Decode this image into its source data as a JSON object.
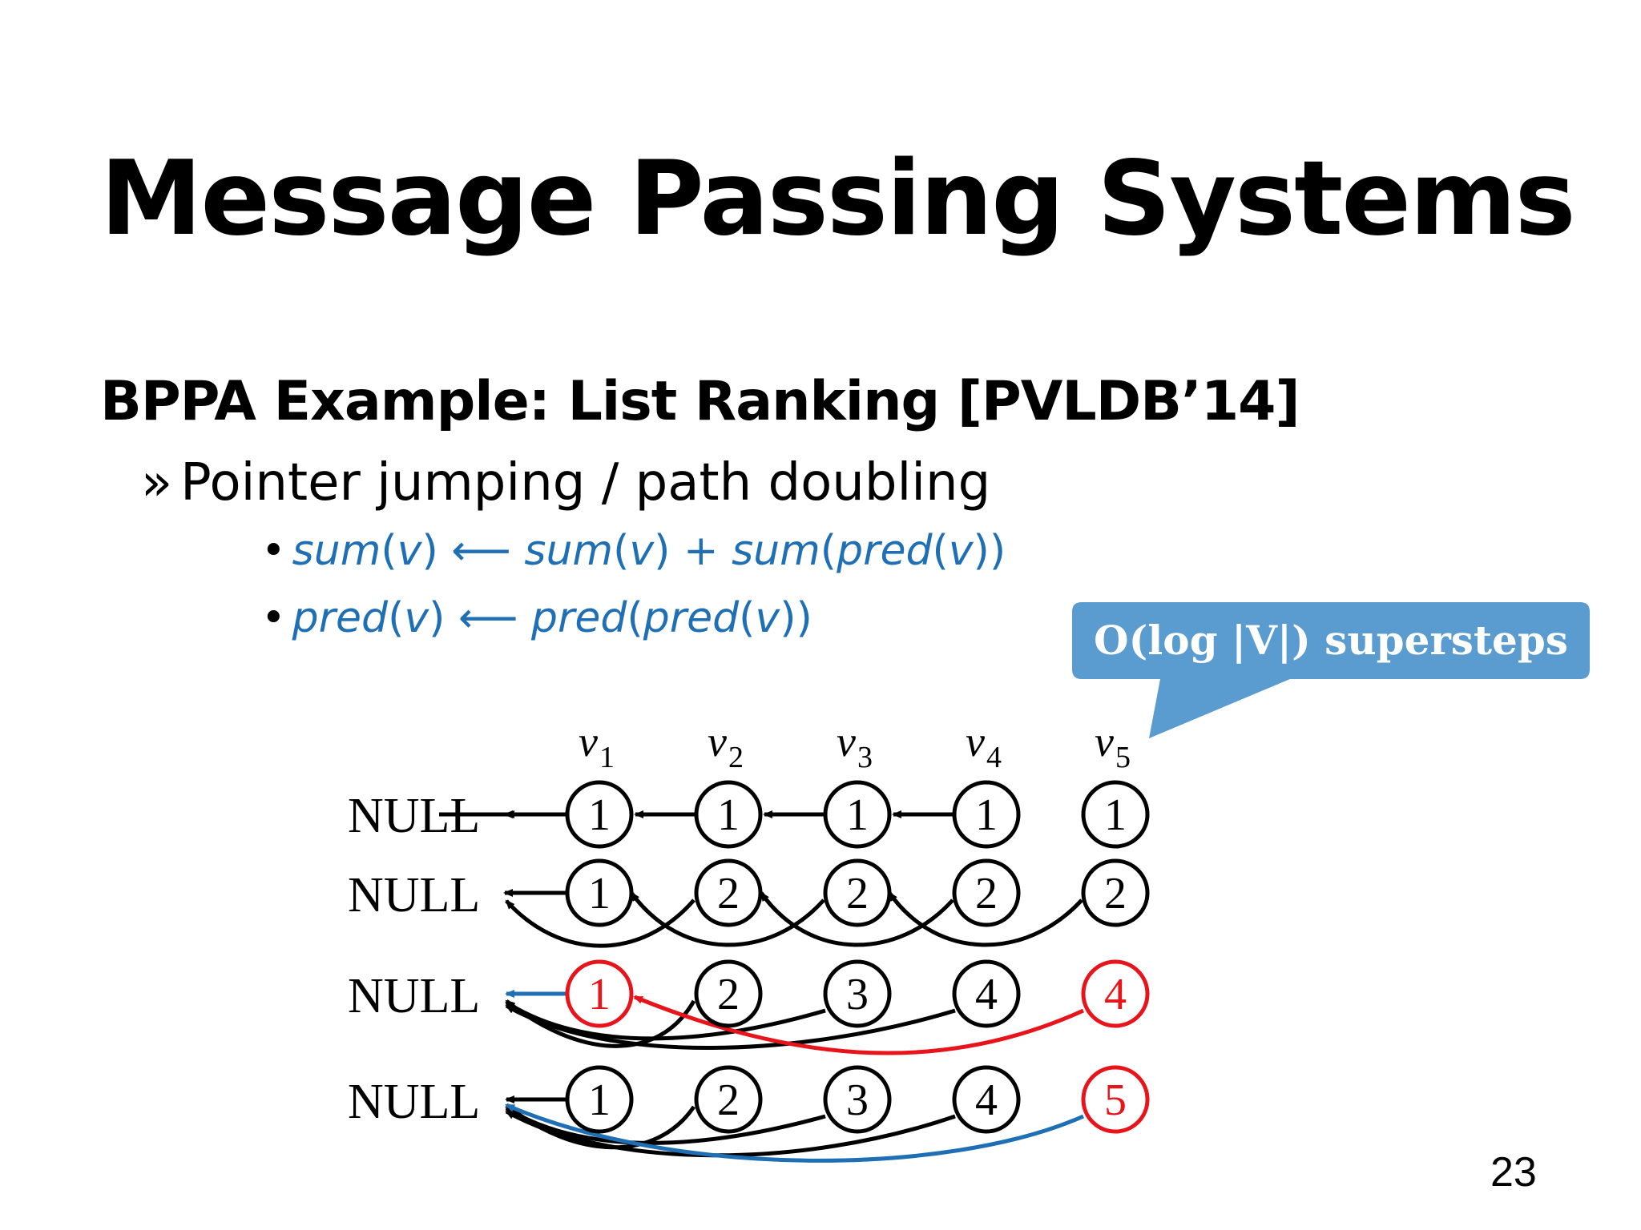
{
  "slide": {
    "title": "Message Passing Systems",
    "subtitle": "BPPA Example: List Ranking [PVLDB’14]",
    "bullet_marker": "»",
    "bullet": "Pointer jumping / path doubling",
    "sub_bullets": [
      {
        "dot": "•",
        "parts": [
          "sum",
          "(",
          "v",
          ") ⟵ ",
          "sum",
          "(",
          "v",
          ") + ",
          "sum",
          "(",
          "pred",
          "(",
          "v",
          "))"
        ]
      },
      {
        "dot": "•",
        "parts": [
          "pred",
          "(",
          "v",
          ") ⟵ ",
          "pred",
          "(",
          "pred",
          "(",
          "v",
          "))"
        ]
      }
    ],
    "callout": "O(log |V|) supersteps",
    "page_number": "23"
  },
  "diagram": {
    "vertex_labels": [
      "v",
      "v",
      "v",
      "v",
      "v"
    ],
    "vertex_subscripts": [
      "1",
      "2",
      "3",
      "4",
      "5"
    ],
    "null_label": "NULL",
    "rows": [
      {
        "values": [
          "1",
          "1",
          "1",
          "1",
          "1"
        ],
        "highlight": [
          false,
          false,
          false,
          false,
          false
        ]
      },
      {
        "values": [
          "1",
          "2",
          "2",
          "2",
          "2"
        ],
        "highlight": [
          false,
          false,
          false,
          false,
          false
        ]
      },
      {
        "values": [
          "1",
          "2",
          "3",
          "4",
          "4"
        ],
        "highlight": [
          true,
          false,
          false,
          false,
          true
        ]
      },
      {
        "values": [
          "1",
          "2",
          "3",
          "4",
          "5"
        ],
        "highlight": [
          false,
          false,
          false,
          false,
          true
        ]
      }
    ],
    "colors": {
      "black": "#000000",
      "red": "#e8141b",
      "blue": "#1f6fb5",
      "callout_bg": "#5a9bd0"
    }
  }
}
